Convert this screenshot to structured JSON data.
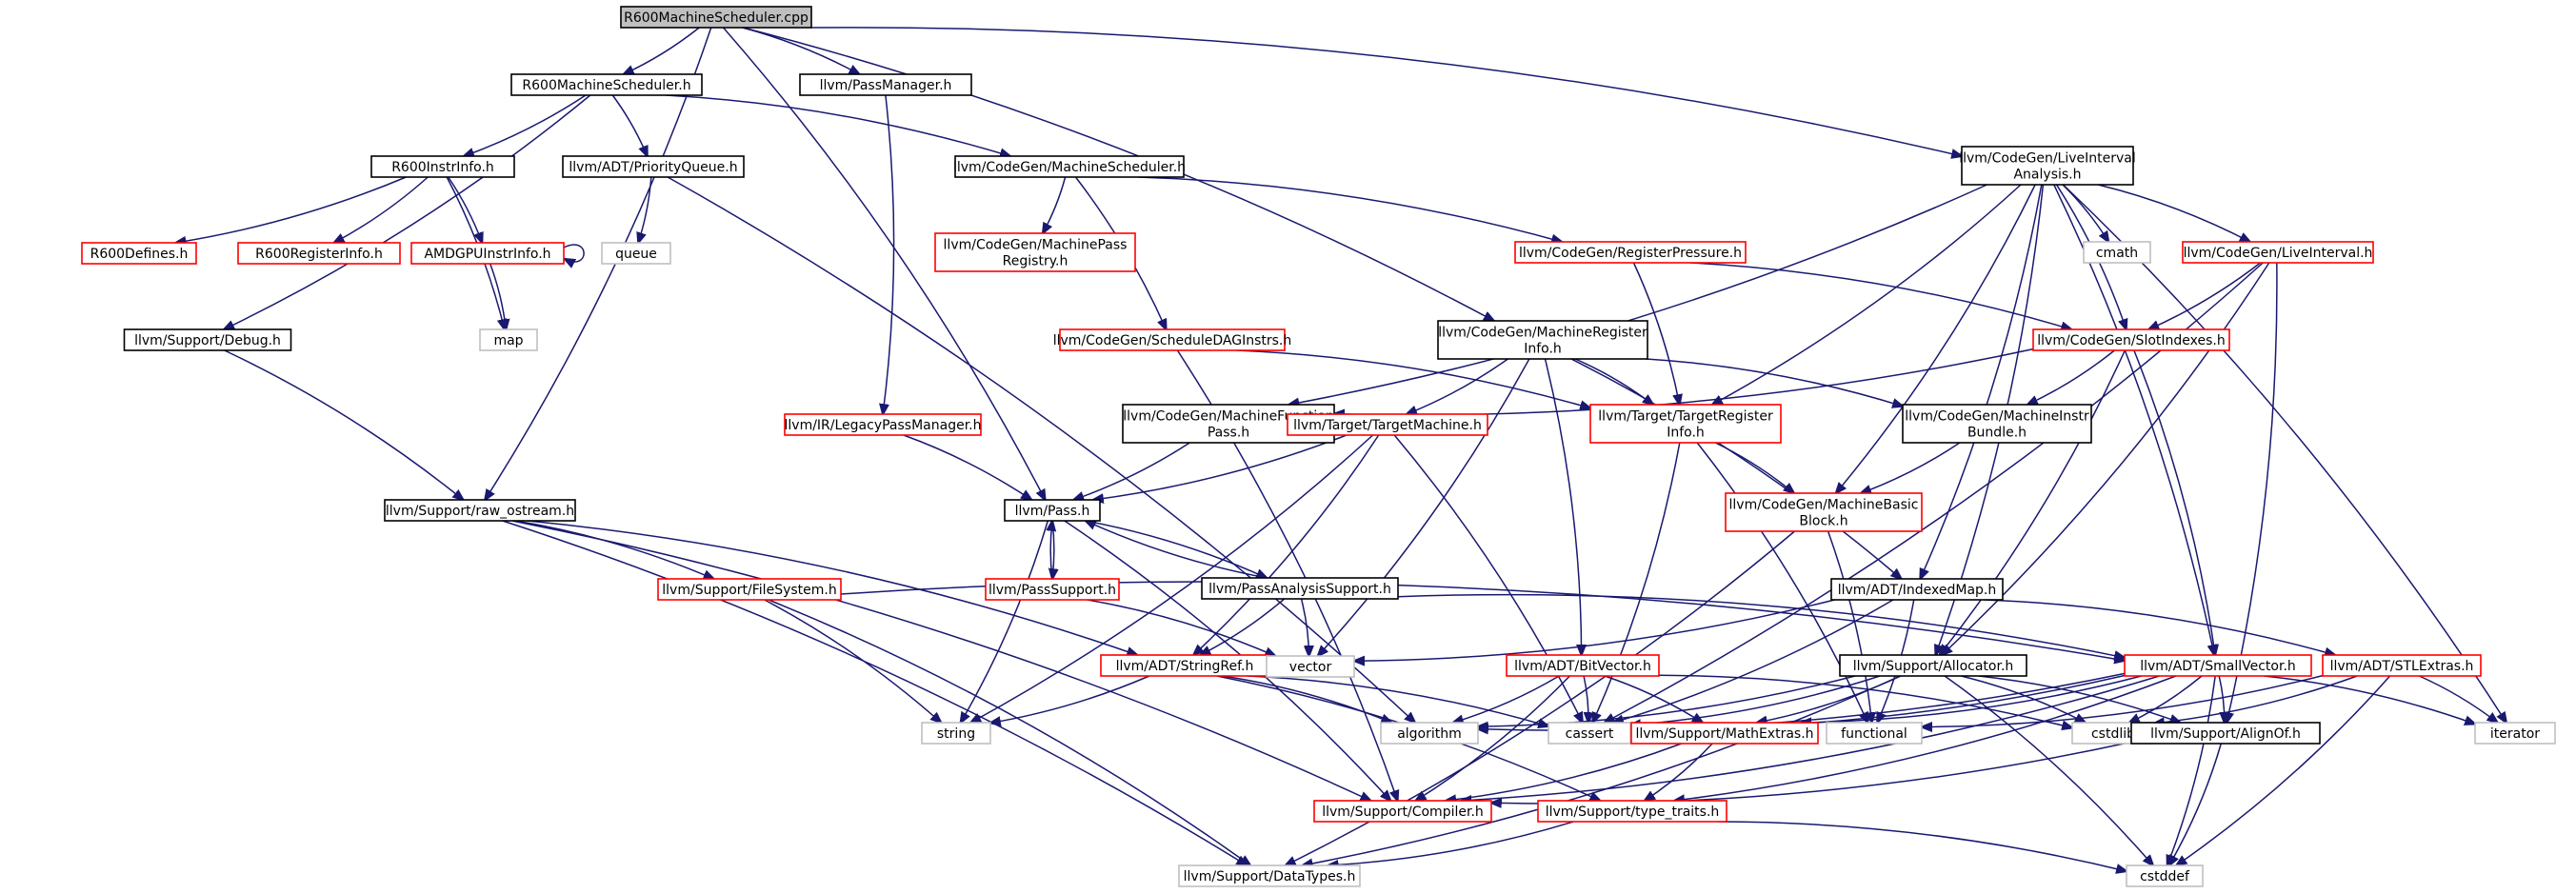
{
  "graph": {
    "nodes": [
      {
        "id": "root",
        "lines": [
          "R600MachineScheduler.cpp"
        ],
        "style": "root"
      },
      {
        "id": "r600ms_h",
        "lines": [
          "R600MachineScheduler.h"
        ],
        "style": "black"
      },
      {
        "id": "passmanager",
        "lines": [
          "llvm/PassManager.h"
        ],
        "style": "black"
      },
      {
        "id": "liveinterval_analysis",
        "lines": [
          "llvm/CodeGen/LiveInterval",
          "Analysis.h"
        ],
        "style": "black"
      },
      {
        "id": "r600instrinfo",
        "lines": [
          "R600InstrInfo.h"
        ],
        "style": "black"
      },
      {
        "id": "priorityqueue",
        "lines": [
          "llvm/ADT/PriorityQueue.h"
        ],
        "style": "black"
      },
      {
        "id": "machinescheduler",
        "lines": [
          "llvm/CodeGen/MachineScheduler.h"
        ],
        "style": "black"
      },
      {
        "id": "r600defines",
        "lines": [
          "R600Defines.h"
        ],
        "style": "red"
      },
      {
        "id": "r600registerinfo",
        "lines": [
          "R600RegisterInfo.h"
        ],
        "style": "red"
      },
      {
        "id": "amdgpuinstrinfo",
        "lines": [
          "AMDGPUInstrInfo.h"
        ],
        "style": "red"
      },
      {
        "id": "queue",
        "lines": [
          "queue"
        ],
        "style": "gray"
      },
      {
        "id": "map",
        "lines": [
          "map"
        ],
        "style": "gray"
      },
      {
        "id": "machinepassregistry",
        "lines": [
          "llvm/CodeGen/MachinePass",
          "Registry.h"
        ],
        "style": "red"
      },
      {
        "id": "registerpressure",
        "lines": [
          "llvm/CodeGen/RegisterPressure.h"
        ],
        "style": "red"
      },
      {
        "id": "cmath",
        "lines": [
          "cmath"
        ],
        "style": "gray"
      },
      {
        "id": "liveinterval",
        "lines": [
          "llvm/CodeGen/LiveInterval.h"
        ],
        "style": "red"
      },
      {
        "id": "debug",
        "lines": [
          "llvm/Support/Debug.h"
        ],
        "style": "black"
      },
      {
        "id": "scheduledaginstrs",
        "lines": [
          "llvm/CodeGen/ScheduleDAGInstrs.h"
        ],
        "style": "red"
      },
      {
        "id": "machineregisterinfo",
        "lines": [
          "llvm/CodeGen/MachineRegister",
          "Info.h"
        ],
        "style": "black"
      },
      {
        "id": "slotindexes",
        "lines": [
          "llvm/CodeGen/SlotIndexes.h"
        ],
        "style": "red"
      },
      {
        "id": "legacypassmanager",
        "lines": [
          "llvm/IR/LegacyPassManager.h"
        ],
        "style": "red"
      },
      {
        "id": "machinefunctionpass",
        "lines": [
          "llvm/CodeGen/MachineFunction",
          "Pass.h"
        ],
        "style": "black"
      },
      {
        "id": "targetmachine",
        "lines": [
          "llvm/Target/TargetMachine.h"
        ],
        "style": "red"
      },
      {
        "id": "targetregisterinfo",
        "lines": [
          "llvm/Target/TargetRegister",
          "Info.h"
        ],
        "style": "red"
      },
      {
        "id": "machineinstrbundle",
        "lines": [
          "llvm/CodeGen/MachineInstr",
          "Bundle.h"
        ],
        "style": "black"
      },
      {
        "id": "raw_ostream",
        "lines": [
          "llvm/Support/raw_ostream.h"
        ],
        "style": "black"
      },
      {
        "id": "pass",
        "lines": [
          "llvm/Pass.h"
        ],
        "style": "black"
      },
      {
        "id": "machinebasicblock",
        "lines": [
          "llvm/CodeGen/MachineBasic",
          "Block.h"
        ],
        "style": "red"
      },
      {
        "id": "passsupport",
        "lines": [
          "llvm/PassSupport.h"
        ],
        "style": "red"
      },
      {
        "id": "passanalysissupport",
        "lines": [
          "llvm/PassAnalysisSupport.h"
        ],
        "style": "black"
      },
      {
        "id": "indexedmap",
        "lines": [
          "llvm/ADT/IndexedMap.h"
        ],
        "style": "black"
      },
      {
        "id": "filesystem",
        "lines": [
          "llvm/Support/FileSystem.h"
        ],
        "style": "red"
      },
      {
        "id": "stringref",
        "lines": [
          "llvm/ADT/StringRef.h"
        ],
        "style": "red"
      },
      {
        "id": "vector",
        "lines": [
          "vector"
        ],
        "style": "gray"
      },
      {
        "id": "bitvector",
        "lines": [
          "llvm/ADT/BitVector.h"
        ],
        "style": "red"
      },
      {
        "id": "allocator",
        "lines": [
          "llvm/Support/Allocator.h"
        ],
        "style": "black"
      },
      {
        "id": "smallvector",
        "lines": [
          "llvm/ADT/SmallVector.h"
        ],
        "style": "red"
      },
      {
        "id": "stlextras",
        "lines": [
          "llvm/ADT/STLExtras.h"
        ],
        "style": "red"
      },
      {
        "id": "string",
        "lines": [
          "string"
        ],
        "style": "gray"
      },
      {
        "id": "algorithm",
        "lines": [
          "algorithm"
        ],
        "style": "gray"
      },
      {
        "id": "cassert",
        "lines": [
          "cassert"
        ],
        "style": "gray"
      },
      {
        "id": "mathextras",
        "lines": [
          "llvm/Support/MathExtras.h"
        ],
        "style": "red"
      },
      {
        "id": "functional",
        "lines": [
          "functional"
        ],
        "style": "gray"
      },
      {
        "id": "cstdlib",
        "lines": [
          "cstdlib"
        ],
        "style": "gray"
      },
      {
        "id": "alignof",
        "lines": [
          "llvm/Support/AlignOf.h"
        ],
        "style": "black"
      },
      {
        "id": "iterator",
        "lines": [
          "iterator"
        ],
        "style": "gray"
      },
      {
        "id": "compiler",
        "lines": [
          "llvm/Support/Compiler.h"
        ],
        "style": "red"
      },
      {
        "id": "type_traits",
        "lines": [
          "llvm/Support/type_traits.h"
        ],
        "style": "red"
      },
      {
        "id": "datatypes",
        "lines": [
          "llvm/Support/DataTypes.h"
        ],
        "style": "gray"
      },
      {
        "id": "cstddef",
        "lines": [
          "cstddef"
        ],
        "style": "gray"
      }
    ],
    "edges": [
      [
        "root",
        "r600ms_h"
      ],
      [
        "root",
        "passmanager"
      ],
      [
        "root",
        "liveinterval_analysis"
      ],
      [
        "root",
        "machineregisterinfo"
      ],
      [
        "root",
        "pass"
      ],
      [
        "root",
        "raw_ostream"
      ],
      [
        "r600ms_h",
        "r600instrinfo"
      ],
      [
        "r600ms_h",
        "priorityqueue"
      ],
      [
        "r600ms_h",
        "machinescheduler"
      ],
      [
        "r600ms_h",
        "debug"
      ],
      [
        "passmanager",
        "legacypassmanager"
      ],
      [
        "r600instrinfo",
        "r600defines"
      ],
      [
        "r600instrinfo",
        "r600registerinfo"
      ],
      [
        "r600instrinfo",
        "amdgpuinstrinfo"
      ],
      [
        "r600instrinfo",
        "map"
      ],
      [
        "amdgpuinstrinfo",
        "amdgpuinstrinfo"
      ],
      [
        "amdgpuinstrinfo",
        "map"
      ],
      [
        "priorityqueue",
        "queue"
      ],
      [
        "priorityqueue",
        "algorithm"
      ],
      [
        "machinescheduler",
        "machinepassregistry"
      ],
      [
        "machinescheduler",
        "registerpressure"
      ],
      [
        "machinescheduler",
        "scheduledaginstrs"
      ],
      [
        "liveinterval_analysis",
        "machinefunctionpass"
      ],
      [
        "liveinterval_analysis",
        "cmath"
      ],
      [
        "liveinterval_analysis",
        "liveinterval"
      ],
      [
        "liveinterval_analysis",
        "slotindexes"
      ],
      [
        "liveinterval_analysis",
        "targetregisterinfo"
      ],
      [
        "liveinterval_analysis",
        "machinebasicblock"
      ],
      [
        "liveinterval_analysis",
        "indexedmap"
      ],
      [
        "liveinterval_analysis",
        "allocator"
      ],
      [
        "liveinterval_analysis",
        "smallvector"
      ],
      [
        "liveinterval_analysis",
        "iterator"
      ],
      [
        "registerpressure",
        "slotindexes"
      ],
      [
        "registerpressure",
        "targetregisterinfo"
      ],
      [
        "liveinterval",
        "slotindexes"
      ],
      [
        "liveinterval",
        "allocator"
      ],
      [
        "liveinterval",
        "cassert"
      ],
      [
        "liveinterval",
        "alignof"
      ],
      [
        "debug",
        "raw_ostream"
      ],
      [
        "scheduledaginstrs",
        "targetregisterinfo"
      ],
      [
        "scheduledaginstrs",
        "compiler"
      ],
      [
        "machineregisterinfo",
        "targetmachine"
      ],
      [
        "machineregisterinfo",
        "targetregisterinfo"
      ],
      [
        "machineregisterinfo",
        "machineinstrbundle"
      ],
      [
        "machineregisterinfo",
        "indexedmap"
      ],
      [
        "machineregisterinfo",
        "bitvector"
      ],
      [
        "machineregisterinfo",
        "vector"
      ],
      [
        "slotindexes",
        "machinefunctionpass"
      ],
      [
        "slotindexes",
        "machineinstrbundle"
      ],
      [
        "slotindexes",
        "allocator"
      ],
      [
        "slotindexes",
        "smallvector"
      ],
      [
        "legacypassmanager",
        "pass"
      ],
      [
        "machinefunctionpass",
        "pass"
      ],
      [
        "targetmachine",
        "pass"
      ],
      [
        "targetmachine",
        "stringref"
      ],
      [
        "targetmachine",
        "string"
      ],
      [
        "targetmachine",
        "cassert"
      ],
      [
        "targetregisterinfo",
        "machinebasicblock"
      ],
      [
        "targetregisterinfo",
        "cassert"
      ],
      [
        "targetregisterinfo",
        "functional"
      ],
      [
        "machineinstrbundle",
        "machinebasicblock"
      ],
      [
        "raw_ostream",
        "filesystem"
      ],
      [
        "raw_ostream",
        "stringref"
      ],
      [
        "raw_ostream",
        "compiler"
      ],
      [
        "raw_ostream",
        "datatypes"
      ],
      [
        "pass",
        "passsupport"
      ],
      [
        "pass",
        "passanalysissupport"
      ],
      [
        "pass",
        "string"
      ],
      [
        "pass",
        "compiler"
      ],
      [
        "machinebasicblock",
        "functional"
      ],
      [
        "machinebasicblock",
        "datatypes"
      ],
      [
        "passsupport",
        "pass"
      ],
      [
        "passsupport",
        "vector"
      ],
      [
        "passanalysissupport",
        "pass"
      ],
      [
        "passanalysissupport",
        "stringref"
      ],
      [
        "passanalysissupport",
        "vector"
      ],
      [
        "passanalysissupport",
        "smallvector"
      ],
      [
        "indexedmap",
        "stlextras"
      ],
      [
        "indexedmap",
        "vector"
      ],
      [
        "indexedmap",
        "cassert"
      ],
      [
        "indexedmap",
        "functional"
      ],
      [
        "filesystem",
        "smallvector"
      ],
      [
        "filesystem",
        "string"
      ],
      [
        "filesystem",
        "datatypes"
      ],
      [
        "stringref",
        "string"
      ],
      [
        "stringref",
        "algorithm"
      ],
      [
        "stringref",
        "cassert"
      ],
      [
        "stringref",
        "type_traits"
      ],
      [
        "bitvector",
        "algorithm"
      ],
      [
        "bitvector",
        "cassert"
      ],
      [
        "bitvector",
        "cstdlib"
      ],
      [
        "bitvector",
        "compiler"
      ],
      [
        "bitvector",
        "mathextras"
      ],
      [
        "allocator",
        "alignof"
      ],
      [
        "allocator",
        "datatypes"
      ],
      [
        "allocator",
        "mathextras"
      ],
      [
        "allocator",
        "algorithm"
      ],
      [
        "allocator",
        "cassert"
      ],
      [
        "allocator",
        "cstdlib"
      ],
      [
        "allocator",
        "cstddef"
      ],
      [
        "smallvector",
        "alignof"
      ],
      [
        "smallvector",
        "compiler"
      ],
      [
        "smallvector",
        "mathextras"
      ],
      [
        "smallvector",
        "type_traits"
      ],
      [
        "smallvector",
        "algorithm"
      ],
      [
        "smallvector",
        "cassert"
      ],
      [
        "smallvector",
        "cstddef"
      ],
      [
        "smallvector",
        "cstdlib"
      ],
      [
        "smallvector",
        "iterator"
      ],
      [
        "stlextras",
        "cstdlib"
      ],
      [
        "stlextras",
        "cstddef"
      ],
      [
        "stlextras",
        "functional"
      ],
      [
        "stlextras",
        "iterator"
      ],
      [
        "mathextras",
        "compiler"
      ],
      [
        "mathextras",
        "type_traits"
      ],
      [
        "alignof",
        "compiler"
      ],
      [
        "alignof",
        "cstddef"
      ],
      [
        "type_traits",
        "datatypes"
      ],
      [
        "type_traits",
        "cstddef"
      ]
    ]
  }
}
